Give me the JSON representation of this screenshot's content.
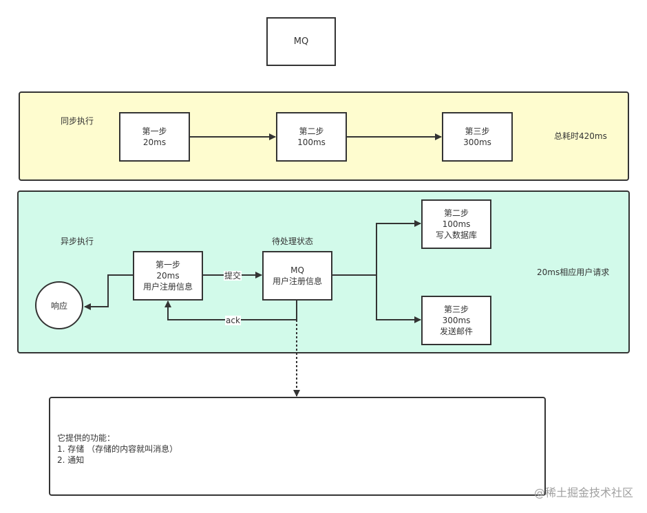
{
  "top_box": {
    "label": "MQ"
  },
  "sync_panel": {
    "title": "同步执行",
    "steps": [
      {
        "name": "第一步",
        "time": "20ms"
      },
      {
        "name": "第二步",
        "time": "100ms"
      },
      {
        "name": "第三步",
        "time": "300ms"
      }
    ],
    "total": "总耗时420ms",
    "background": "#fefccf"
  },
  "async_panel": {
    "title": "异步执行",
    "response": "响应",
    "step1": {
      "name": "第一步",
      "time": "20ms",
      "desc": "用户注册信息"
    },
    "mq_caption": "待处理状态",
    "mq": {
      "name": "MQ",
      "desc": "用户注册信息"
    },
    "submit_label": "提交",
    "ack_label": "ack",
    "step2": {
      "name": "第二步",
      "time": "100ms",
      "desc": "写入数据库"
    },
    "step3": {
      "name": "第三步",
      "time": "300ms",
      "desc": "发送邮件"
    },
    "summary": "20ms相应用户请求",
    "background": "#d2faea"
  },
  "note": {
    "lines": [
      "它提供的功能：",
      "1. 存储 （存储的内容就叫消息）",
      "2. 通知"
    ]
  },
  "watermark": "@稀土掘金技术社区"
}
